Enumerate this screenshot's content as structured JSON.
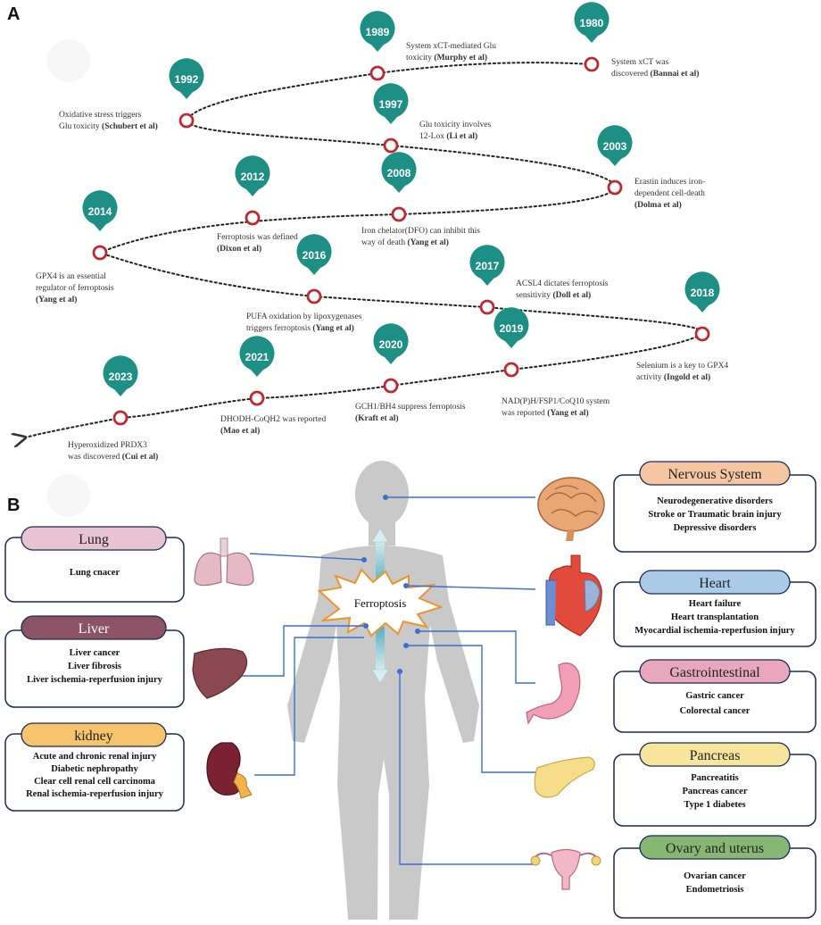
{
  "panels": {
    "a": "A",
    "b": "B"
  },
  "timeline": [
    {
      "year": "1980",
      "lines": [
        {
          "t": "System xCT was"
        },
        {
          "t": "discovered ",
          "b": "(Bannai et al)"
        }
      ]
    },
    {
      "year": "1989",
      "lines": [
        {
          "t": "System xCT-mediated Glu"
        },
        {
          "t": "toxicity ",
          "b": "(Murphy et al)"
        }
      ]
    },
    {
      "year": "1992",
      "lines": [
        {
          "t": "Oxidative stress triggers"
        },
        {
          "t": "Glu toxicity ",
          "b": "(Schubert et al)"
        }
      ]
    },
    {
      "year": "1997",
      "lines": [
        {
          "t": "Glu toxicity involves"
        },
        {
          "t": "12-Lox ",
          "b": "(Li et al)"
        }
      ]
    },
    {
      "year": "2003",
      "lines": [
        {
          "t": "Erastin induces iron-"
        },
        {
          "t": "dependent cell-death"
        },
        {
          "t": "",
          "b": "(Dolma et al)"
        }
      ]
    },
    {
      "year": "2008",
      "lines": [
        {
          "t": "Iron chelator(DFO) can inhibit this"
        },
        {
          "t": "way of death ",
          "b": "(Yang et al)"
        }
      ]
    },
    {
      "year": "2012",
      "lines": [
        {
          "t": "Ferroptosis was defined"
        },
        {
          "t": "",
          "b": "(Dixon et al)"
        }
      ]
    },
    {
      "year": "2014",
      "lines": [
        {
          "t": "GPX4 is an essential"
        },
        {
          "t": "regulator of ferroptosis"
        },
        {
          "t": "",
          "b": "(Yang et al)"
        }
      ]
    },
    {
      "year": "2016",
      "lines": [
        {
          "t": "PUFA oxidation by lipoxygenases"
        },
        {
          "t": "triggers ferroptosis ",
          "b": "(Yang et al)"
        }
      ]
    },
    {
      "year": "2017",
      "lines": [
        {
          "t": "ACSL4 dictates ferroptosis"
        },
        {
          "t": "sensitivity ",
          "b": "(Doll et al)"
        }
      ]
    },
    {
      "year": "2018",
      "lines": [
        {
          "t": "Selenium is a key to GPX4"
        },
        {
          "t": "activity ",
          "b": "(Ingold et al)"
        }
      ]
    },
    {
      "year": "2019",
      "lines": [
        {
          "t": "NAD(P)H/FSP1/CoQ10 system"
        },
        {
          "t": "was reported ",
          "b": "(Yang et al)"
        }
      ]
    },
    {
      "year": "2020",
      "lines": [
        {
          "t": "GCH1/BH4 suppress ferroptosis"
        },
        {
          "t": "",
          "b": "(Kraft et al)"
        }
      ]
    },
    {
      "year": "2021",
      "lines": [
        {
          "t": "DHODH-CoQH2 was reported"
        },
        {
          "t": "",
          "b": "(Mao et al)"
        }
      ]
    },
    {
      "year": "2023",
      "lines": [
        {
          "t": "Hyperoxidized PRDX3"
        },
        {
          "t": "was discovered ",
          "b": "(Cui et al)"
        }
      ]
    }
  ],
  "center_label": "Ferroptosis",
  "organs": [
    {
      "title": "Lung",
      "color": "#e8c3d1",
      "items": [
        "Lung cnacer"
      ]
    },
    {
      "title": "Liver",
      "color": "#8c5366",
      "title_color": "#ffffff",
      "items": [
        "Liver cancer",
        "Liver fibrosis",
        "Liver ischemia-reperfusion injury"
      ]
    },
    {
      "title": "kidney",
      "color": "#f6c46b",
      "items": [
        "Acute and chronic renal injury",
        "Diabetic nephropathy",
        "Clear cell renal cell carcinoma",
        "Renal ischemia-reperfusion injury"
      ]
    },
    {
      "title": "Nervous System",
      "color": "#f6c6a3",
      "items": [
        "Neurodegenerative disorders",
        "Stroke or Traumatic brain injury",
        "Depressive disorders"
      ]
    },
    {
      "title": "Heart",
      "color": "#a9cbe7",
      "items": [
        "Heart failure",
        "Heart transplantation",
        "Myocardial ischemia-reperfusion injury"
      ]
    },
    {
      "title": "Gastrointestinal",
      "color": "#e8a7bd",
      "items": [
        "Gastric cancer",
        "Colorectal cancer"
      ]
    },
    {
      "title": "Pancreas",
      "color": "#f8e59c",
      "items": [
        "Pancreatitis",
        "Pancreas cancer",
        "Type 1 diabetes"
      ]
    },
    {
      "title": "Ovary and uterus",
      "color": "#86b874",
      "items": [
        "Ovarian cancer",
        "Endometriosis"
      ]
    }
  ],
  "colors": {
    "pin": "#1e8f85",
    "node": "#c1272d",
    "connector": "#3b6fd1",
    "body": "#c9c9c9"
  }
}
